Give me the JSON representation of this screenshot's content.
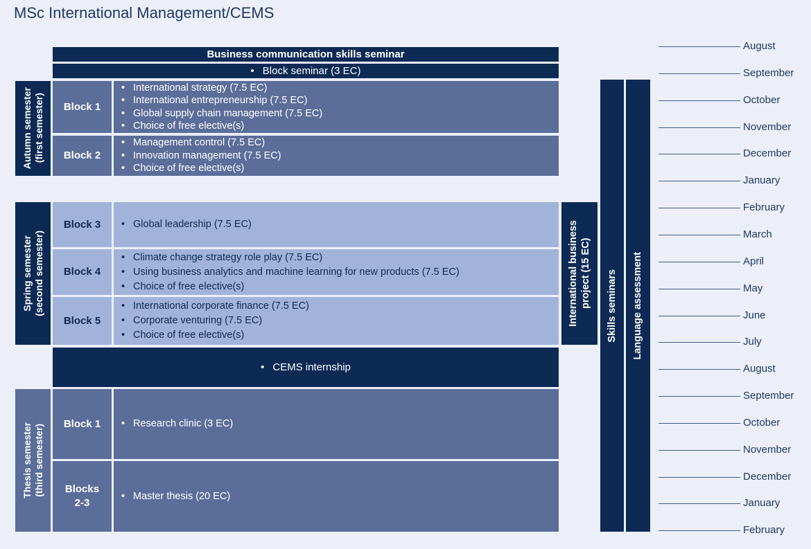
{
  "title": "MSc International Management/CEMS",
  "top": {
    "seminar_title": "Business communication skills seminar",
    "seminar_item": "Block seminar (3 EC)"
  },
  "semesters": [
    {
      "line1": "Autumn semester",
      "line2": "(first semester)"
    },
    {
      "line1": "Spring semester",
      "line2": "(second semester)"
    },
    {
      "line1": "Thesis semester",
      "line2": "(third semester)"
    }
  ],
  "blocks": [
    {
      "label": "Block 1",
      "items": [
        "International strategy (7.5 EC)",
        "International entrepreneurship (7.5 EC)",
        "Global supply chain management (7.5 EC)",
        "Choice of free elective(s)"
      ]
    },
    {
      "label": "Block 2",
      "items": [
        "Management control (7.5 EC)",
        "Innovation management (7.5 EC)",
        "Choice of free elective(s)"
      ]
    },
    {
      "label": "Block 3",
      "items": [
        "Global leadership (7.5 EC)"
      ]
    },
    {
      "label": "Block 4",
      "items": [
        "Climate change strategy role play (7.5 EC)",
        "Using business analytics and machine learning for new products (7.5 EC)",
        "Choice of free elective(s)"
      ]
    },
    {
      "label": "Block 5",
      "items": [
        "International corporate finance (7.5 EC)",
        "Corporate venturing (7.5 EC)",
        "Choice of free elective(s)"
      ]
    },
    {
      "label": "Block 1",
      "items": [
        "Research clinic (3 EC)"
      ]
    },
    {
      "label_line1": "Blocks",
      "label_line2": "2-3",
      "items": [
        "Master thesis (20 EC)"
      ]
    }
  ],
  "internship": "CEMS internship",
  "side_columns": {
    "project_line1": "International business",
    "project_line2": "project (15 EC)",
    "skills": "Skills seminars",
    "language": "Language assessment"
  },
  "months": [
    "August",
    "September",
    "October",
    "November",
    "December",
    "January",
    "February",
    "March",
    "April",
    "May",
    "June",
    "July",
    "August",
    "September",
    "October",
    "November",
    "December",
    "January",
    "February"
  ],
  "colors": {
    "dark": "#0d2a55",
    "mid": "#5b6d99",
    "light": "#a1b3d8",
    "background": "#eceff8"
  }
}
